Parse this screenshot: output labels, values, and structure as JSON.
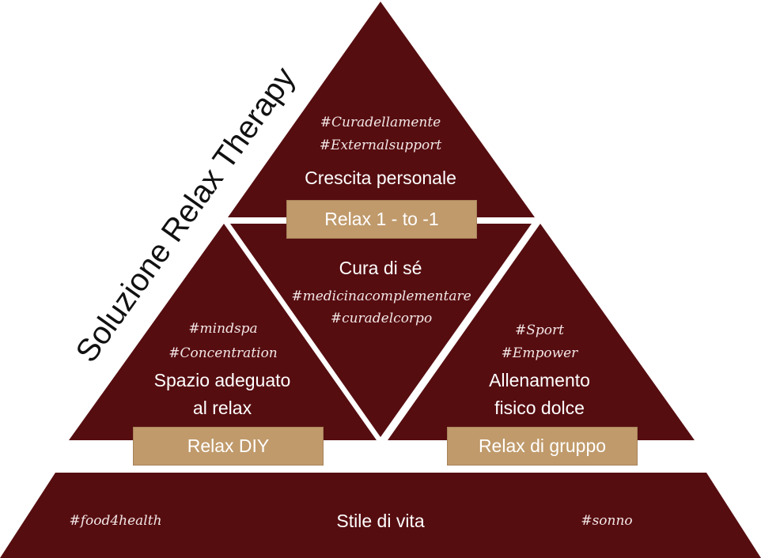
{
  "side_label": "Soluzione Relax Therapy",
  "colors": {
    "maroon": "#560d10",
    "gold": "#c09a6b"
  },
  "top": {
    "tags": [
      "#Curadellamente",
      "#Externalsupport"
    ],
    "title": "Crescita personale",
    "button": "Relax 1 - to -1"
  },
  "middle": {
    "title": "Cura di sé",
    "tags": [
      "#medicinacomplementare",
      "#curadelcorpo"
    ]
  },
  "left": {
    "tags": [
      "#mindspa",
      "#Concentration"
    ],
    "title": [
      "Spazio adeguato",
      "al relax"
    ],
    "button": "Relax DIY"
  },
  "right": {
    "tags": [
      "#Sport",
      "#Empower"
    ],
    "title": [
      "Allenamento",
      "fisico dolce"
    ],
    "button": "Relax di gruppo"
  },
  "base": {
    "title": "Stile di vita",
    "tag_left": "#food4health",
    "tag_right": "#sonno"
  }
}
